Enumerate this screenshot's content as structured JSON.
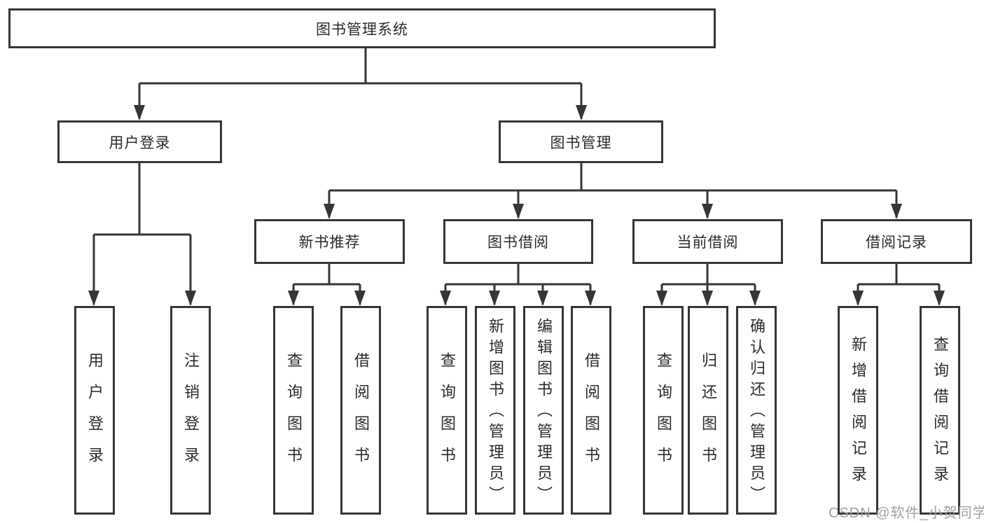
{
  "diagram_title": "图书管理系统",
  "nodes": {
    "root": "图书管理系统",
    "level2": [
      "用户登录",
      "图书管理"
    ],
    "level3": [
      "新书推荐",
      "图书借阅",
      "当前借阅",
      "借阅记录"
    ],
    "leaves": [
      "用户登录",
      "注销登录",
      "查询图书",
      "借阅图书",
      "查询图书",
      "新增图书（管理员）",
      "编辑图书（管理员）",
      "借阅图书",
      "查询图书",
      "归还图书",
      "确认归还（管理员）",
      "新增借阅记录",
      "查询借阅记录"
    ]
  },
  "watermark": {
    "text": "CSDN @软件_小贺同学"
  },
  "colors": {
    "line": "#363636",
    "box_border": "#363636",
    "text": "#2b2b2b",
    "watermark": "#a0a0a0",
    "background": "#ffffff"
  }
}
